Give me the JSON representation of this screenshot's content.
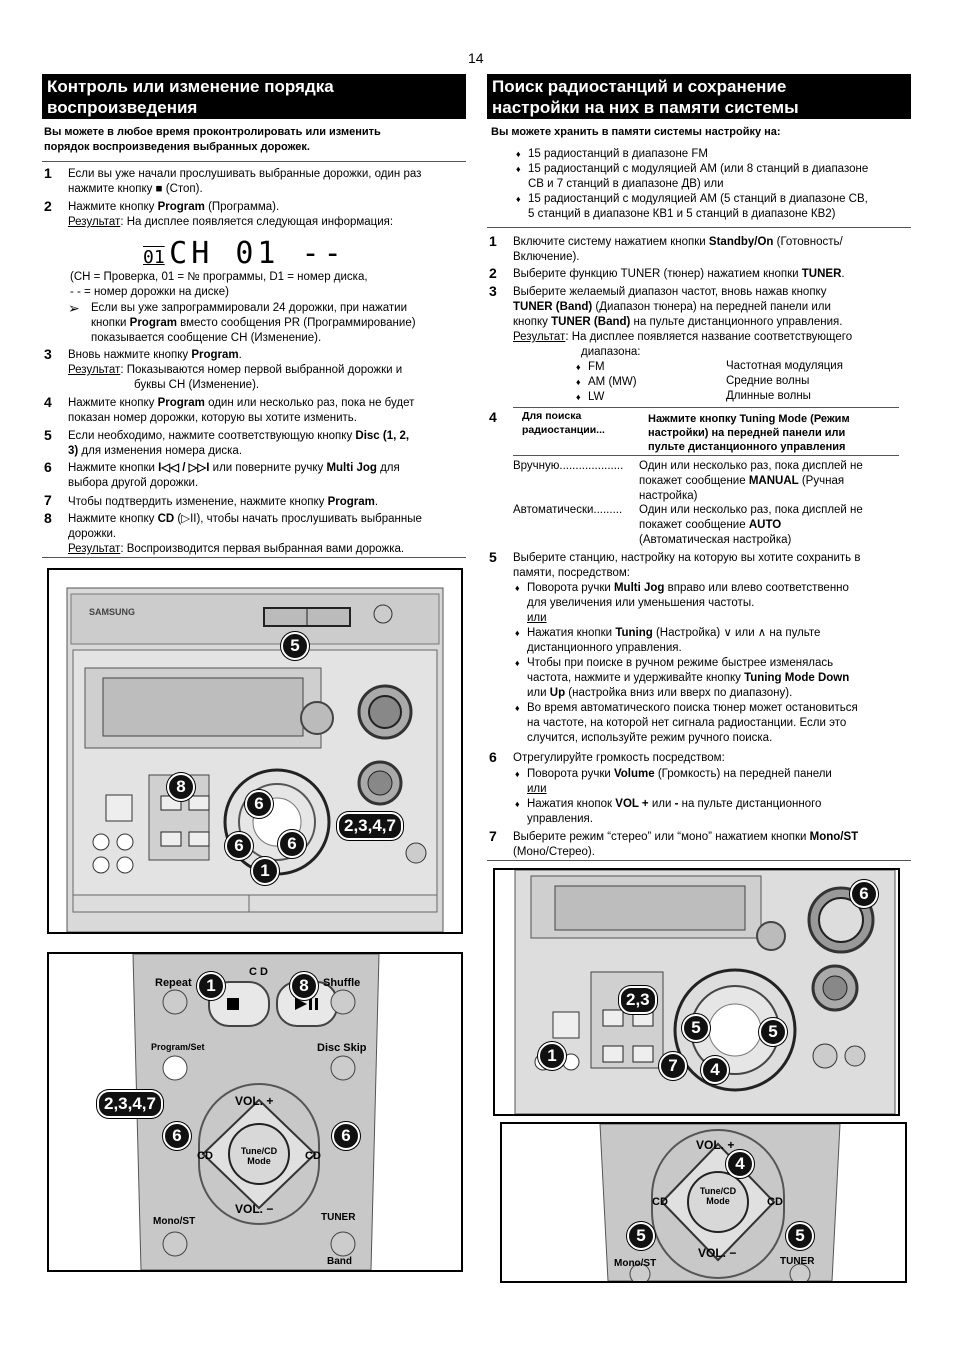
{
  "page_number": "14",
  "left": {
    "title_line1": "Контроль или изменение порядка",
    "title_line2": "воспроизведения",
    "intro_line1": "Вы можете в любое время проконтролировать или изменить",
    "intro_line2": "порядок воспроизведения выбранных дорожек.",
    "steps": {
      "s1": {
        "n": "1",
        "l1": "Если вы уже начали прослушивать выбранные дорожки, один раз",
        "l2": "нажмите кнопку ■ (Стоп)."
      },
      "s2": {
        "n": "2",
        "l1a": "Нажмите кнопку ",
        "l1b": "Program",
        "l1c": " (Программа).",
        "res": "Результат",
        "l2": ": На дисплее появляется следующая информация:"
      },
      "display": "CH  01 --",
      "display_prefix": "01",
      "legend1": "(CH = Проверка, 01 = № программы, D1 = номер диска,",
      "legend2": "- - = номер дорожки на диске)",
      "note1": "Если вы уже запрограммировали 24 дорожки, при нажатии",
      "note2a": "кнопки ",
      "note2b": "Program",
      "note2c": " вместо сообщения PR (Программирование)",
      "note3": "показывается сообщение CH (Изменение).",
      "s3": {
        "n": "3",
        "l1a": "Вновь нажмите кнопку ",
        "l1b": "Program",
        "l1c": ".",
        "res": "Результат",
        "l2": ": Показываются номер первой выбранной дорожки и",
        "l3": "буквы CH (Изменение)."
      },
      "s4": {
        "n": "4",
        "l1a": "Нажмите кнопку ",
        "l1b": "Program",
        "l1c": " один или несколько раз, пока не будет",
        "l2": "показан номер дорожки, которую вы хотите изменить."
      },
      "s5": {
        "n": "5",
        "l1a": "Если необходимо, нажмите соответствующую кнопку ",
        "l1b": "Disc (1, 2,",
        "l2a": "3)",
        "l2b": " для изменения номера диска."
      },
      "s6": {
        "n": "6",
        "l1a": "Нажмите кнопки ",
        "l1b": "I◁◁ / ▷▷I",
        "l1c": " или поверните ручку ",
        "l1d": "Multi Jog",
        "l1e": " для",
        "l2": "выбора другой дорожки."
      },
      "s7": {
        "n": "7",
        "l1a": "Чтобы подтвердить изменение, нажмите кнопку ",
        "l1b": "Program",
        "l1c": "."
      },
      "s8": {
        "n": "8",
        "l1a": "Нажмите кнопку ",
        "l1b": "CD",
        "l1c": " (▷II), чтобы начать прослушивать выбранные",
        "l2": "дорожки.",
        "res": "Результат",
        "l3": ": Воспроизводится первая выбранная вами дорожка."
      }
    },
    "fig1": {
      "brand": "SAMSUNG",
      "callouts": [
        "5",
        "8",
        "6",
        "6",
        "6",
        "2,3,4,7",
        "1"
      ]
    },
    "fig2": {
      "cd": "CD",
      "repeat": "Repeat",
      "shuffle": "Shuffle",
      "program": "Program/Set",
      "disc_skip": "Disc Skip",
      "vol_up": "VOL. +",
      "vol_down": "VOL. −",
      "tune": "Tune/CD",
      "mode": "Mode",
      "cd_left": "CD",
      "cd_right": "CD",
      "mono": "Mono/ST",
      "tuner": "TUNER",
      "band": "Band",
      "callouts": [
        "1",
        "8",
        "2,3,4,7",
        "6",
        "6"
      ]
    }
  },
  "right": {
    "title_line1": "Поиск радиостанций и сохранение",
    "title_line2": "настройки на них в памяти системы",
    "intro": "Вы можете хранить в памяти системы настройку на:",
    "b1": "15 радиостанций в диапазоне FM",
    "b2a": "15 радиостанций с модуляцией AM (или 8 станций в диапазоне",
    "b2b": "СВ и 7 станций в диапазоне ДВ) или",
    "b3a": "15 радиостанций с модуляцией AM (5 станций в диапазоне СВ,",
    "b3b": "5 станций в диапазоне КВ1 и 5 станций в диапазоне КВ2)",
    "s1": {
      "n": "1",
      "l1a": "Включите систему нажатием кнопки ",
      "l1b": "Standby/On",
      "l1c": " (Готовность/",
      "l2": "Включение)."
    },
    "s2": {
      "n": "2",
      "l1a": "Выберите функцию TUNER (тюнер) нажатием кнопки ",
      "l1b": "TUNER",
      "l1c": "."
    },
    "s3": {
      "n": "3",
      "l1": "Выберите желаемый диапазон частот, вновь нажав кнопку",
      "l2a": "TUNER (Band)",
      "l2b": " (Диапазон тюнера) на передней панели или",
      "l3a": "кнопку ",
      "l3b": "TUNER (Band)",
      "l3c": " на пульте дистанционного управления.",
      "res": "Результат",
      "l4": ": На дисплее появляется название соответствующего",
      "l5": "диапазона:"
    },
    "bands": [
      {
        "code": "FM",
        "desc": "Частотная модуляция"
      },
      {
        "code": "AM (MW)",
        "desc": "Средние волны"
      },
      {
        "code": "LW",
        "desc": "Длинные волны"
      }
    ],
    "s4": {
      "n": "4",
      "h1a": "Для поиска",
      "h1b": "радиостанции...",
      "h2a": "Нажмите кнопку Tuning Mode (Режим",
      "h2b": "настройки) на передней панели или",
      "h2c": "пульте дистанционного управления",
      "m1": "Вручную",
      "m1d": "....................",
      "m1t1": "Один или несколько раз, пока дисплей не",
      "m1t2a": "покажет сообщение ",
      "m1t2b": "MANUAL",
      "m1t2c": " (Ручная",
      "m1t3": "настройка)",
      "m2": "Автоматически",
      "m2d": ".........",
      "m2t1": "Один или несколько раз, пока дисплей не",
      "m2t2a": "покажет сообщение ",
      "m2t2b": "AUTO",
      "m2t3": "(Автоматическая настройка)"
    },
    "s5": {
      "n": "5",
      "l1": "Выберите станцию, настройку на которую вы хотите сохранить в",
      "l2": "памяти, посредством:",
      "a1a": "Поворота ручки ",
      "a1b": "Multi Jog",
      "a1c": " вправо или влево соответственно",
      "a2": "для увеличения или уменьшения частоты.",
      "or1": "или",
      "b1a": "Нажатия кнопки ",
      "b1b": "Tuning",
      "b1c": " (Настройка) ∨ или ∧ на пульте",
      "b2": "дистанционного управления.",
      "c1": "Чтобы при поиске в ручном режиме быстрее изменялась",
      "c2a": "частота, нажмите и удерживайте кнопку ",
      "c2b": "Tuning Mode Down",
      "c3a": "или ",
      "c3b": "Up",
      "c3c": " (настройка вниз или вверх по диапазону).",
      "d1": "Во время автоматического поиска тюнер может остановиться",
      "d2": "на частоте, на которой нет сигнала радиостанции. Если это",
      "d3": "случится, используйте режим ручного поиска."
    },
    "s6": {
      "n": "6",
      "l1": "Отрегулируйте громкость посредством:",
      "a1a": "Поворота ручки ",
      "a1b": "Volume",
      "a1c": " (Громкость) на передней панели",
      "or1": "или",
      "b1a": "Нажатия кнопок ",
      "b1b": "VOL +",
      "b1c": " или ",
      "b1d": "-",
      "b1e": " на пульте дистанционного",
      "b2": "управления."
    },
    "s7": {
      "n": "7",
      "l1a": "Выберите режим “стерео” или “моно” нажатием кнопки ",
      "l1b": "Mono/ST",
      "l2": "(Моно/Стерео)."
    },
    "fig3": {
      "callouts": [
        "6",
        "2,3",
        "5",
        "5",
        "1",
        "7",
        "4"
      ]
    },
    "fig4": {
      "vol_up": "VOL. +",
      "vol_down": "VOL. −",
      "tune": "Tune/CD",
      "mode": "Mode",
      "cd_left": "CD",
      "cd_right": "CD",
      "mono": "Mono/ST",
      "tuner": "TUNER",
      "callouts": [
        "4",
        "5",
        "5"
      ]
    }
  }
}
